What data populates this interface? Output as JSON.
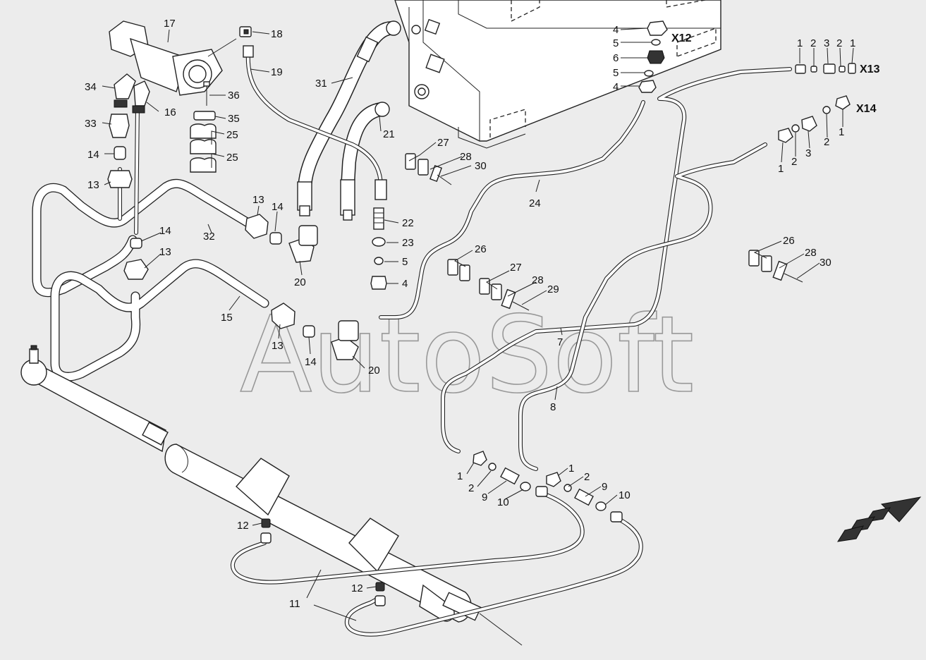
{
  "diagram": {
    "watermark": "AutoSoft",
    "section_labels": [
      "X12",
      "X13",
      "X14"
    ],
    "callouts": [
      {
        "id": "c17",
        "text": "17"
      },
      {
        "id": "c18",
        "text": "18"
      },
      {
        "id": "c19",
        "text": "19"
      },
      {
        "id": "c31",
        "text": "31"
      },
      {
        "id": "c34",
        "text": "34"
      },
      {
        "id": "c16",
        "text": "16"
      },
      {
        "id": "c36",
        "text": "36"
      },
      {
        "id": "c35",
        "text": "35"
      },
      {
        "id": "c25a",
        "text": "25"
      },
      {
        "id": "c25b",
        "text": "25"
      },
      {
        "id": "c33",
        "text": "33"
      },
      {
        "id": "c14a",
        "text": "14"
      },
      {
        "id": "c13a",
        "text": "13"
      },
      {
        "id": "c21",
        "text": "21"
      },
      {
        "id": "c27a",
        "text": "27"
      },
      {
        "id": "c28a",
        "text": "28"
      },
      {
        "id": "c30a",
        "text": "30"
      },
      {
        "id": "c24",
        "text": "24"
      },
      {
        "id": "c13b",
        "text": "13"
      },
      {
        "id": "c14b",
        "text": "14"
      },
      {
        "id": "c32",
        "text": "32"
      },
      {
        "id": "c14c",
        "text": "14"
      },
      {
        "id": "c13c",
        "text": "13"
      },
      {
        "id": "c20a",
        "text": "20"
      },
      {
        "id": "c22",
        "text": "22"
      },
      {
        "id": "c23",
        "text": "23"
      },
      {
        "id": "c5a",
        "text": "5"
      },
      {
        "id": "c4a",
        "text": "4"
      },
      {
        "id": "c15",
        "text": "15"
      },
      {
        "id": "c13d",
        "text": "13"
      },
      {
        "id": "c14d",
        "text": "14"
      },
      {
        "id": "c20b",
        "text": "20"
      },
      {
        "id": "c26a",
        "text": "26"
      },
      {
        "id": "c27b",
        "text": "27"
      },
      {
        "id": "c28b",
        "text": "28"
      },
      {
        "id": "c29",
        "text": "29"
      },
      {
        "id": "c7",
        "text": "7"
      },
      {
        "id": "c8",
        "text": "8"
      },
      {
        "id": "c4b",
        "text": "4"
      },
      {
        "id": "c5b",
        "text": "5"
      },
      {
        "id": "c6",
        "text": "6"
      },
      {
        "id": "c5c",
        "text": "5"
      },
      {
        "id": "c4c",
        "text": "4"
      },
      {
        "id": "c1a",
        "text": "1"
      },
      {
        "id": "c2a",
        "text": "2"
      },
      {
        "id": "c3a",
        "text": "3"
      },
      {
        "id": "c2b",
        "text": "2"
      },
      {
        "id": "c1b",
        "text": "1"
      },
      {
        "id": "c1c",
        "text": "1"
      },
      {
        "id": "c2c",
        "text": "2"
      },
      {
        "id": "c3b",
        "text": "3"
      },
      {
        "id": "c2d",
        "text": "2"
      },
      {
        "id": "c1d",
        "text": "1"
      },
      {
        "id": "c26b",
        "text": "26"
      },
      {
        "id": "c28c",
        "text": "28"
      },
      {
        "id": "c30b",
        "text": "30"
      },
      {
        "id": "c1e",
        "text": "1"
      },
      {
        "id": "c2e",
        "text": "2"
      },
      {
        "id": "c9a",
        "text": "9"
      },
      {
        "id": "c10a",
        "text": "10"
      },
      {
        "id": "c1f",
        "text": "1"
      },
      {
        "id": "c2f",
        "text": "2"
      },
      {
        "id": "c9b",
        "text": "9"
      },
      {
        "id": "c10b",
        "text": "10"
      },
      {
        "id": "c12a",
        "text": "12"
      },
      {
        "id": "c12b",
        "text": "12"
      },
      {
        "id": "c11",
        "text": "11"
      }
    ]
  }
}
